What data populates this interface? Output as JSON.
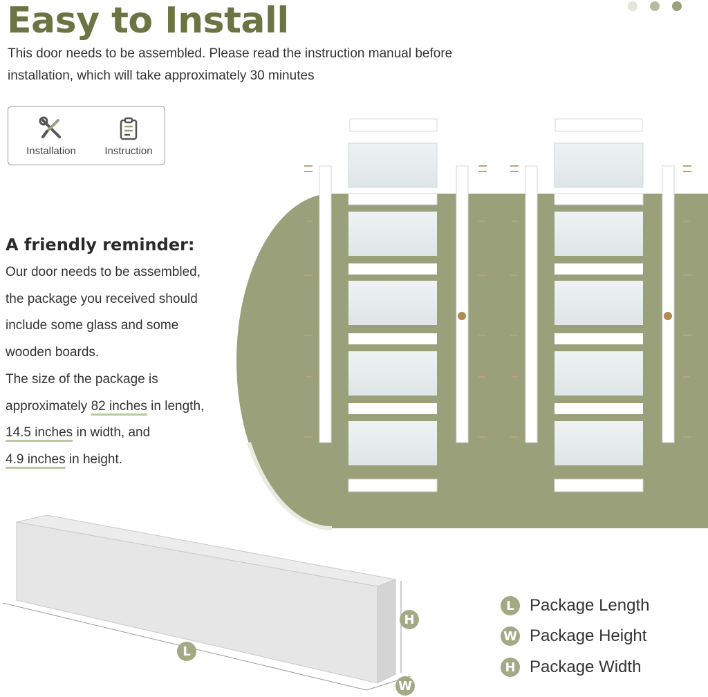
{
  "header": {
    "title": "Easy to Install",
    "intro_line1": "This door needs to be assembled. Please read the instruction manual before",
    "intro_line2": "installation, which will take approximately 30 minutes"
  },
  "pagination_dots": [
    {
      "color": "#e3e5d6"
    },
    {
      "color": "#b7bc9d"
    },
    {
      "color": "#9aa07a"
    }
  ],
  "feature_box": {
    "items": [
      {
        "label": "Installation",
        "icon": "wrench-screwdriver-icon"
      },
      {
        "label": "Instruction",
        "icon": "clipboard-icon"
      }
    ]
  },
  "reminder": {
    "title": "A friendly reminder:",
    "line1": "Our door needs to be assembled,",
    "line2": "the package you received should",
    "line3": "include some glass and some",
    "line4": "wooden boards.",
    "line5": "The size of the package is",
    "line6_pre": "approximately ",
    "line6_hl": "82 inches",
    "line6_post": " in length,",
    "line7_hl": "14.5 inches",
    "line7_post": " in width, and",
    "line8_hl": "4.9 inches",
    "line8_post": " in height."
  },
  "package_labels": {
    "length": "L",
    "height": "H",
    "width": "W"
  },
  "legend": [
    {
      "badge": "L",
      "label": "Package Length"
    },
    {
      "badge": "W",
      "label": "Package Height"
    },
    {
      "badge": "H",
      "label": "Package Width"
    }
  ],
  "colors": {
    "accent": "#9aa07a",
    "title": "#6b7442",
    "badge": "#a3a985",
    "glass": "#e6ebec"
  }
}
